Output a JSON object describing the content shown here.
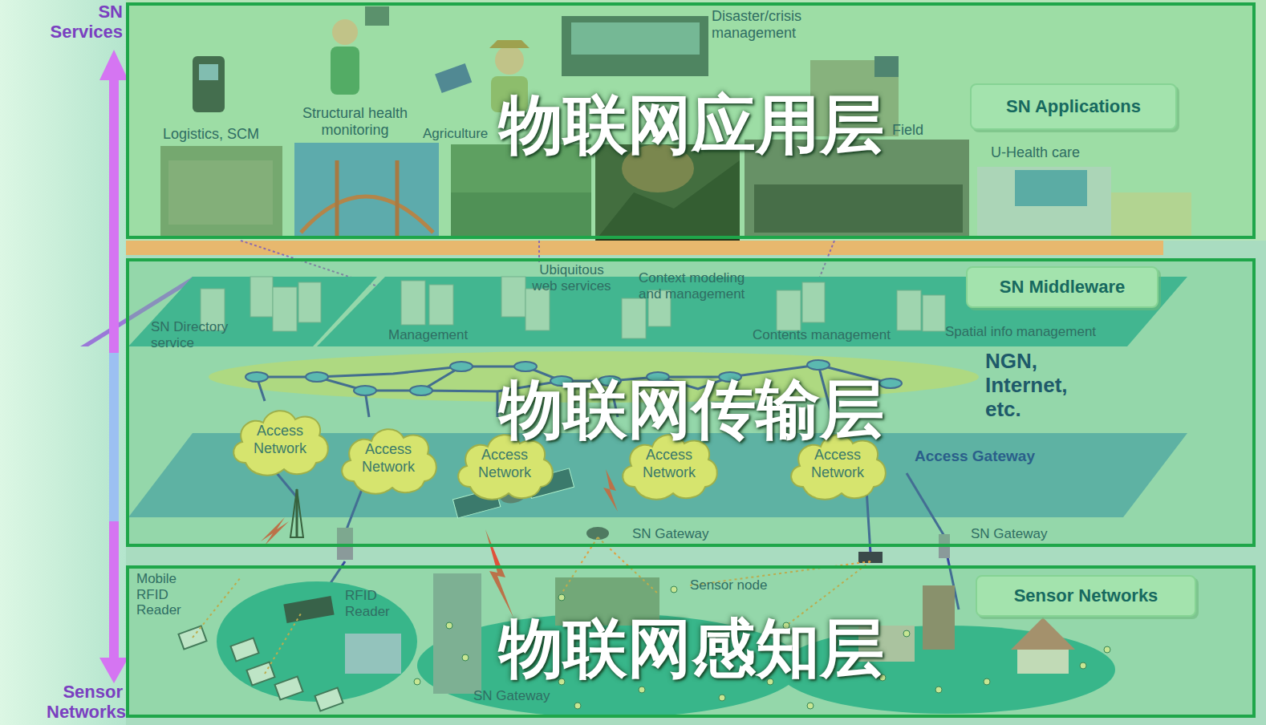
{
  "diagram": {
    "nodes": [
      {
        "text": [
          "物联网应用层"
        ]
      },
      {
        "text": [
          "SN Applications"
        ],
        "in": 0
      },
      {
        "text": [
          "物联网传输层"
        ]
      },
      {
        "text": [
          "SN Middleware"
        ],
        "in": 2
      },
      {
        "text": [
          "Access Network"
        ],
        "in": 2
      },
      {
        "text": [
          "Access Network"
        ],
        "in": 2
      },
      {
        "text": [
          "Access Network"
        ],
        "in": 2
      },
      {
        "text": [
          "Access Network"
        ],
        "in": 2
      },
      {
        "text": [
          "Access Network"
        ],
        "in": 2
      },
      {
        "text": [
          "物联网感知层"
        ]
      },
      {
        "text": [
          "Sensor Networks"
        ],
        "in": 9
      }
    ],
    "labels": [
      "SN Services",
      "Logistics, SCM",
      "Structural health monitoring",
      "Agriculture",
      "Disaster/crisis management",
      "Field",
      "U-Health care",
      "Ubiquitous web services",
      "Context modeling and management",
      "SN Directory service",
      "Management",
      "Contents management",
      "Spatial info management",
      "NGN, Internet, etc.",
      "Access Gateway",
      "SN Gateway",
      "SN Gateway",
      "Mobile RFID Reader",
      "RFID Reader",
      "Sensor node",
      "SN Gateway",
      "Sensor Networks"
    ]
  }
}
